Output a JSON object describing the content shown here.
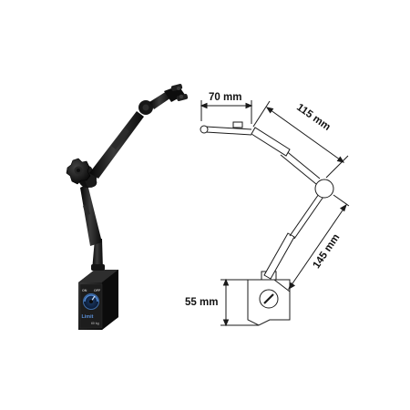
{
  "product": {
    "base_switch_on": "ON",
    "base_switch_off": "OFF",
    "brand_logo": "Limit",
    "base_force": "60 kg"
  },
  "dimensions": {
    "top_arm": "70 mm",
    "upper_arm": "115 mm",
    "lower_arm": "145 mm",
    "base_height": "55 mm"
  },
  "colors": {
    "arm_black": "#141414",
    "dial_blue": "#2f5f9c",
    "line_drawing": "#1a1a1a"
  }
}
